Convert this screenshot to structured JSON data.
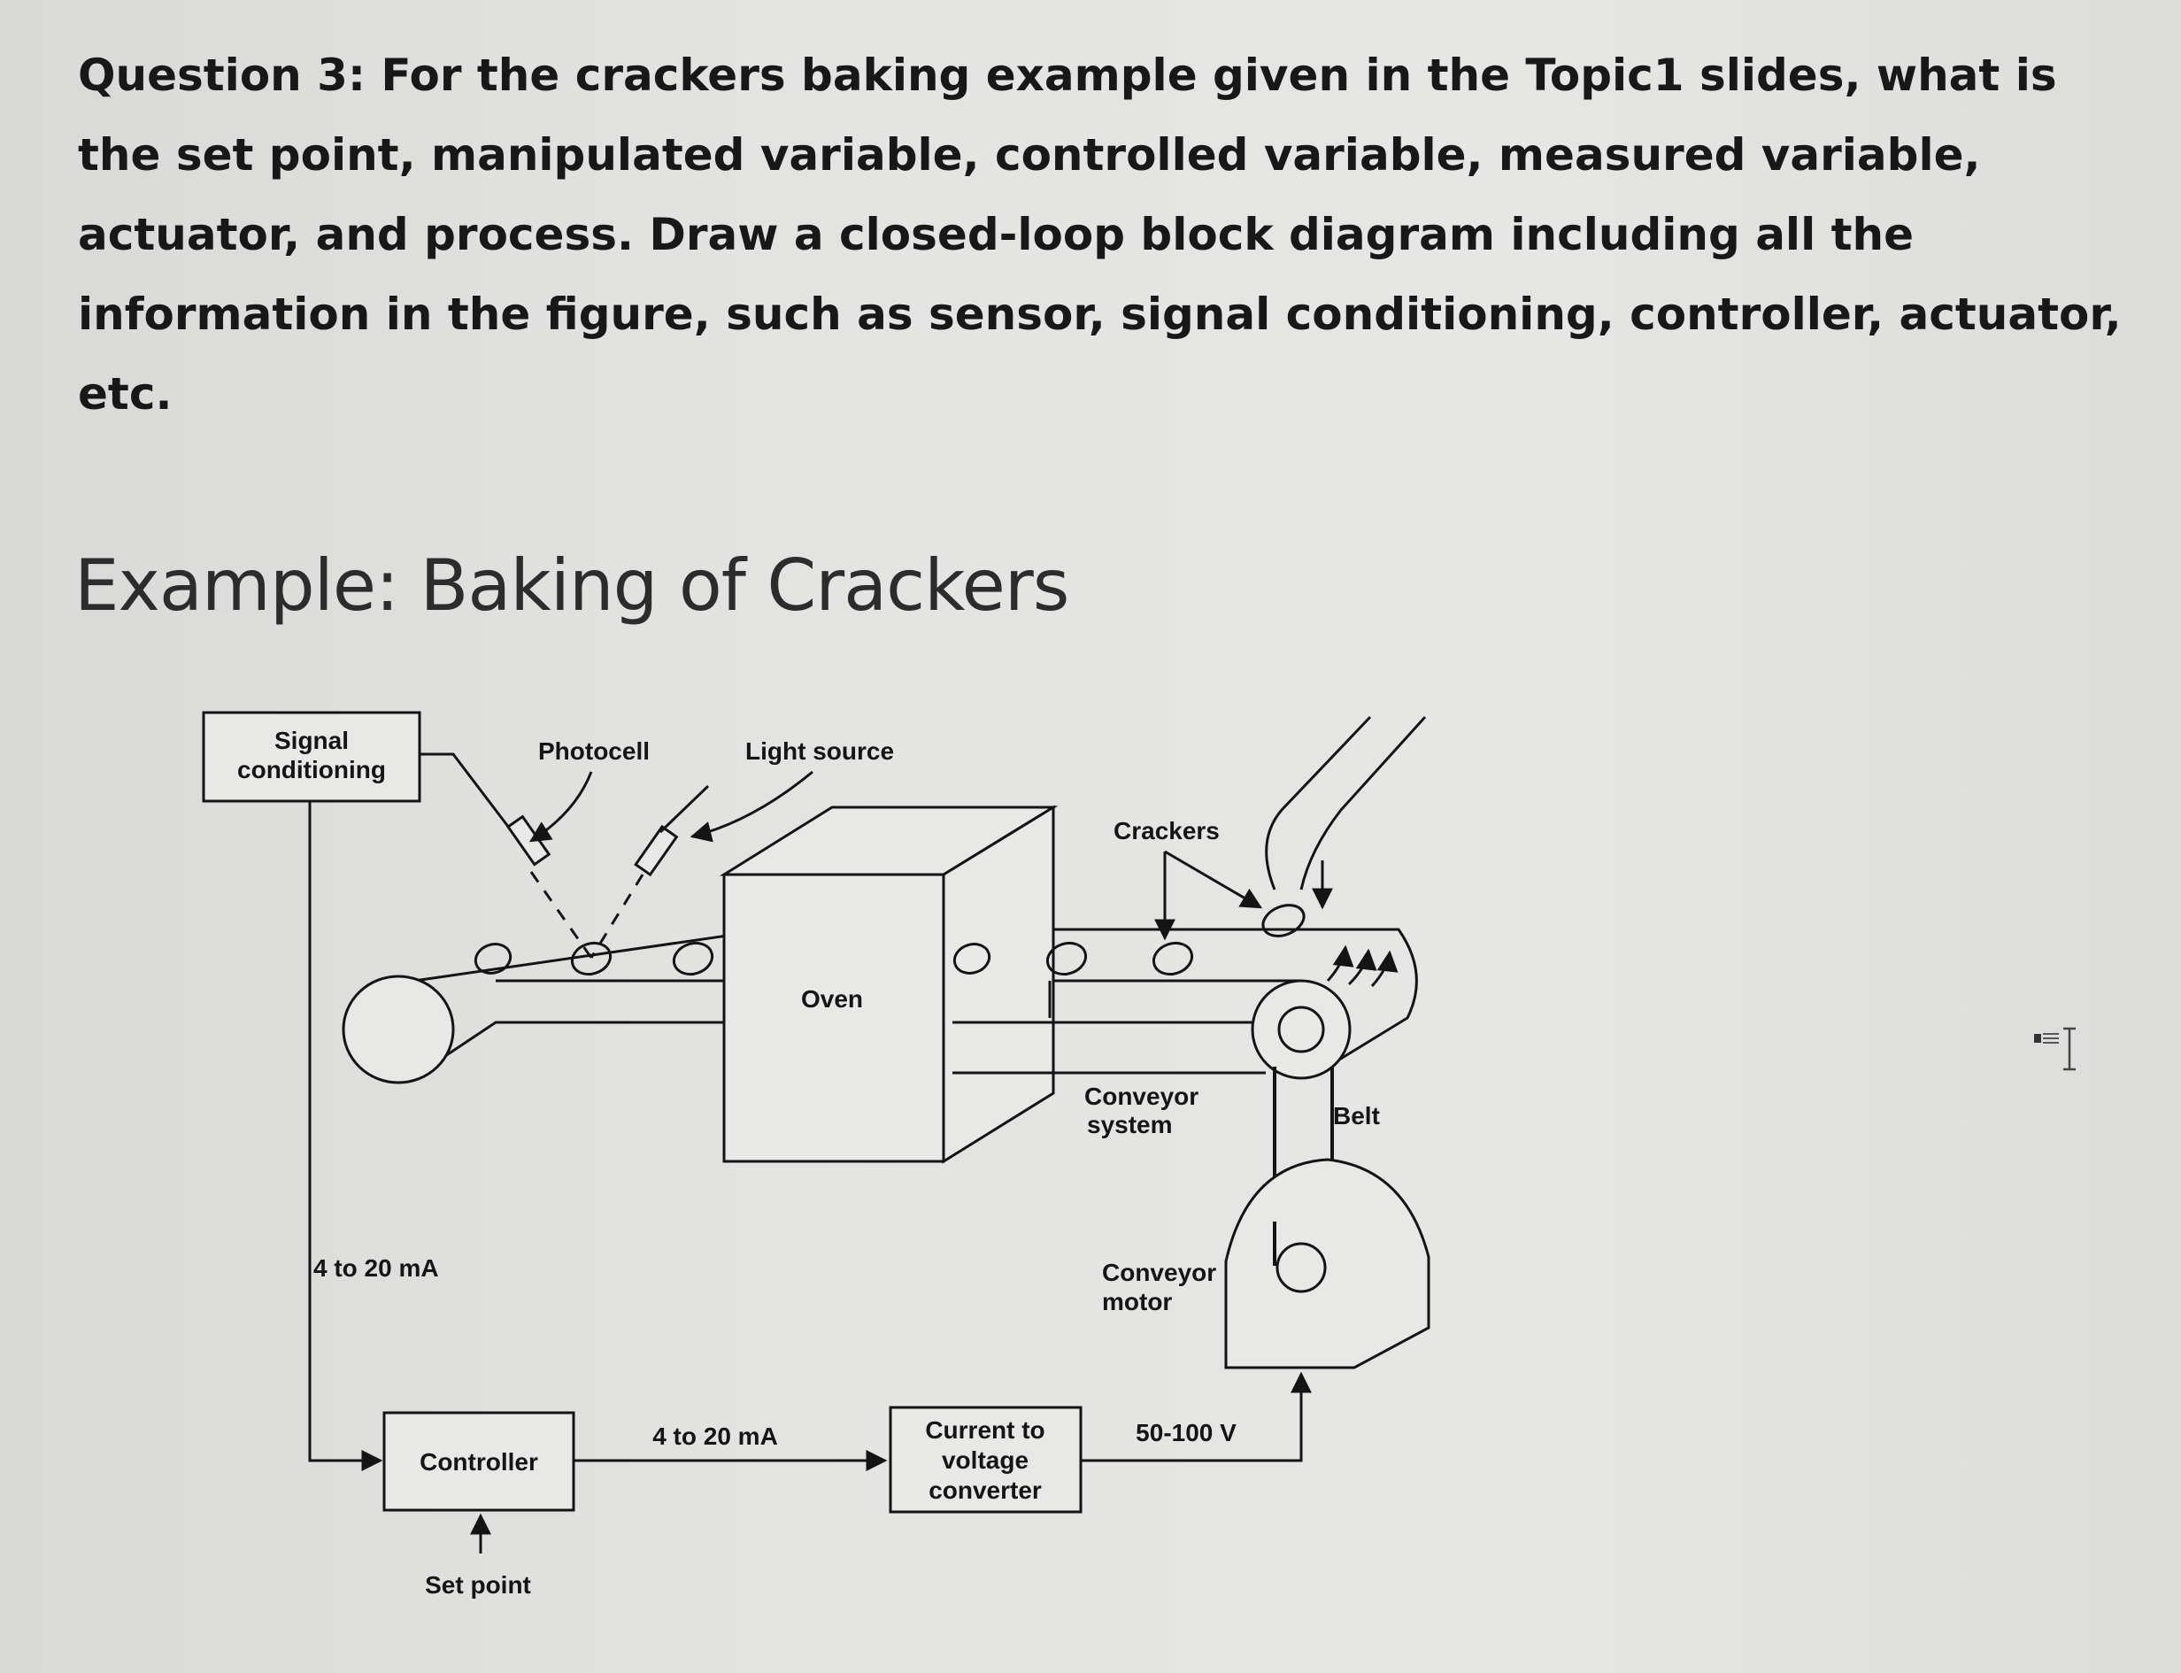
{
  "question": {
    "text": "Question 3: For the crackers baking example given in the Topic1 slides, what is the set point, manipulated variable, controlled variable, measured variable, actuator, and process. Draw a closed-loop block diagram including all the information in the figure, such as sensor, signal conditioning, controller, actuator, etc."
  },
  "slide": {
    "title": "Example: Baking of Crackers"
  },
  "diagram": {
    "signal_conditioning_line1": "Signal",
    "signal_conditioning_line2": "conditioning",
    "photocell": "Photocell",
    "light_source": "Light source",
    "crackers": "Crackers",
    "oven": "Oven",
    "conveyor_system_line1": "Conveyor",
    "conveyor_system_line2": "system",
    "belt": "Belt",
    "conveyor_motor_line1": "Conveyor",
    "conveyor_motor_line2": "motor",
    "current_left": "4 to 20 mA",
    "current_mid": "4 to 20 mA",
    "controller": "Controller",
    "set_point": "Set point",
    "converter_line1": "Current to",
    "converter_line2": "voltage",
    "converter_line3": "converter",
    "voltage": "50-100 V"
  },
  "icons": {
    "cursor": "text-cursor-icon"
  }
}
